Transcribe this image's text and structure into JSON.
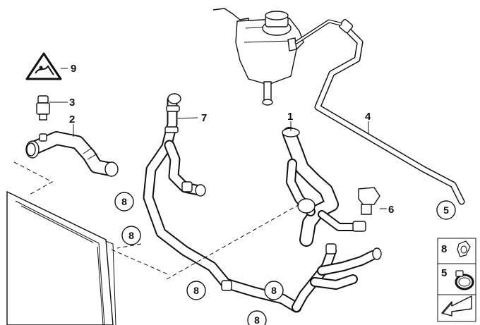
{
  "parts": [
    {
      "id": "p1",
      "number": "1"
    },
    {
      "id": "p2",
      "number": "2"
    },
    {
      "id": "p3",
      "number": "3"
    },
    {
      "id": "p4",
      "number": "4"
    },
    {
      "id": "p5",
      "number": "5"
    },
    {
      "id": "p6",
      "number": "6"
    },
    {
      "id": "p7",
      "number": "7"
    },
    {
      "id": "p9",
      "number": "9"
    }
  ],
  "callouts": [
    {
      "id": "c1",
      "number": "8"
    },
    {
      "id": "c2",
      "number": "8"
    },
    {
      "id": "c3",
      "number": "8"
    },
    {
      "id": "c4",
      "number": "8"
    },
    {
      "id": "c5",
      "number": "8"
    },
    {
      "id": "c6",
      "number": "5"
    }
  ],
  "legend": [
    {
      "number": "8",
      "item": "hose-clamp-small"
    },
    {
      "number": "5",
      "item": "hose-clamp-band"
    }
  ],
  "icons": [
    "warning-triangle-icon",
    "navigation-arrow-icon"
  ]
}
